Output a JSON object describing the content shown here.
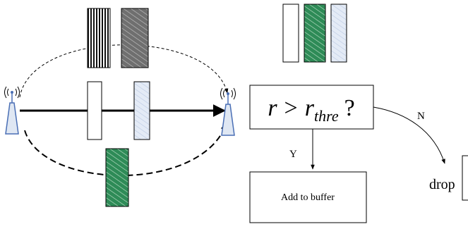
{
  "decision": {
    "r": "r",
    "gt": ">",
    "r_base": "r",
    "r_sub": "thre",
    "question": "?"
  },
  "edges": {
    "yes": "Y",
    "no": "N"
  },
  "buffer_box": {
    "label": "Add to buffer"
  },
  "drop": {
    "label": "drop"
  },
  "colors": {
    "green_fill": "#2e8b57",
    "light_blue_fill": "#dfe7f3",
    "gray_fill": "#7a7a7a",
    "antenna_blue": "#4a6fb5"
  }
}
